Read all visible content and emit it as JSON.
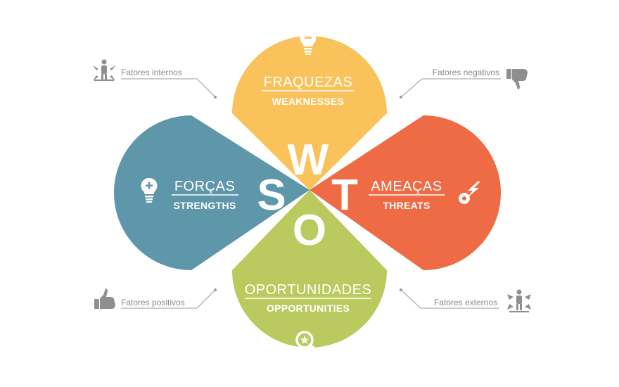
{
  "colors": {
    "weaknesses": "#F9C25A",
    "strengths": "#5F97AA",
    "threats": "#EE6B45",
    "opportunities": "#BACA5E",
    "gray": "#8f8f8f"
  },
  "letters": {
    "w": "W",
    "s": "S",
    "t": "T",
    "o": "O"
  },
  "quadrants": {
    "weaknesses": {
      "title": "FRAQUEZAS",
      "subtitle": "WEAKNESSES",
      "icon": "lightbulb-minus-icon"
    },
    "strengths": {
      "title": "FORÇAS",
      "subtitle": "STRENGTHS",
      "icon": "lightbulb-plus-icon"
    },
    "threats": {
      "title": "AMEAÇAS",
      "subtitle": "THREATS",
      "icon": "lightning-target-icon"
    },
    "opportunities": {
      "title": "OPORTUNIDADES",
      "subtitle": "OPPORTUNITIES",
      "icon": "magnifier-star-icon"
    }
  },
  "factors": {
    "internal": {
      "label": "Fatores internos",
      "icon": "person-in-arrows-icon"
    },
    "negative": {
      "label": "Fatores negativos",
      "icon": "thumbs-down-icon"
    },
    "positive": {
      "label": "Fatores positivos",
      "icon": "thumbs-up-icon"
    },
    "external": {
      "label": "Fatores externos",
      "icon": "person-out-arrows-icon"
    }
  }
}
